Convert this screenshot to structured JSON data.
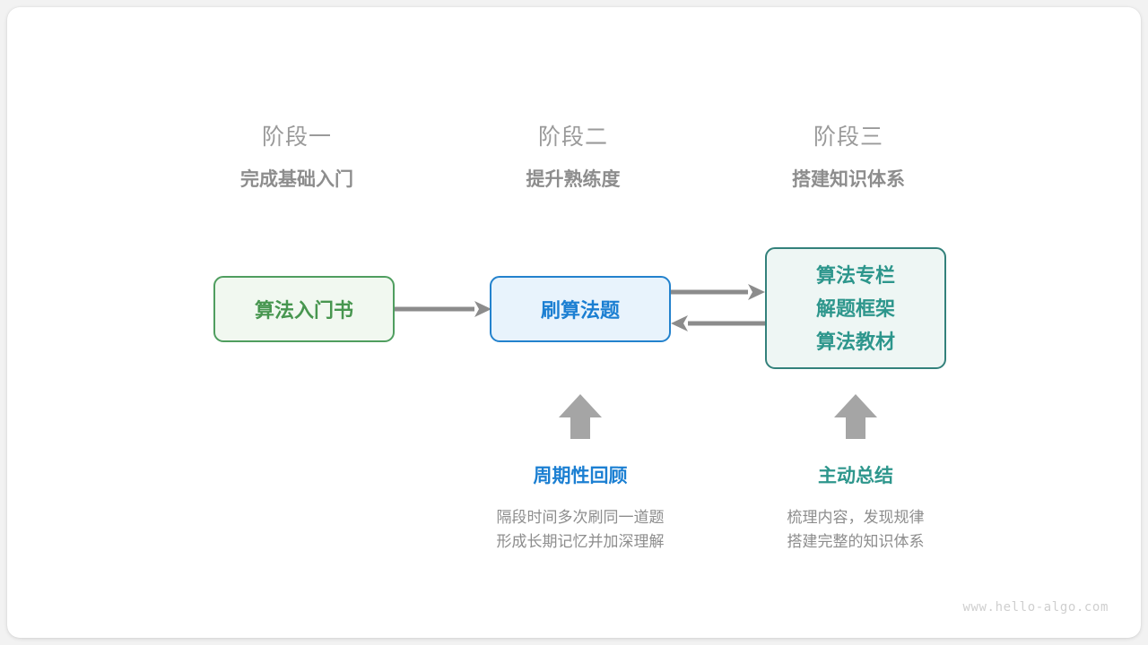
{
  "stages": [
    {
      "num": "阶段一",
      "title": "完成基础入门"
    },
    {
      "num": "阶段二",
      "title": "提升熟练度"
    },
    {
      "num": "阶段三",
      "title": "搭建知识体系"
    }
  ],
  "nodes": {
    "book": {
      "lines": [
        "算法入门书"
      ],
      "color": "#47964f",
      "border": "#4f9e5f",
      "fill": "#f1f8f0"
    },
    "practice": {
      "lines": [
        "刷算法题"
      ],
      "color": "#1b7fd2",
      "border": "#2382cd",
      "fill": "#e8f3fc"
    },
    "resources": {
      "lines": [
        "算法专栏",
        "解题框架",
        "算法教材"
      ],
      "color": "#2d968c",
      "border": "#33817b",
      "fill": "#eef6f4"
    }
  },
  "annotations": [
    {
      "title": "周期性回顾",
      "color": "#1b7fd2",
      "desc": [
        "隔段时间多次刷同一道题",
        "形成长期记忆并加深理解"
      ]
    },
    {
      "title": "主动总结",
      "color": "#2d968c",
      "desc": [
        "梳理内容，发现规律",
        "搭建完整的知识体系"
      ]
    }
  ],
  "connectors": {
    "book_to_practice": "arrow-right",
    "practice_to_resources": "arrow-right",
    "resources_to_practice": "arrow-left",
    "review_up": "arrow-up",
    "summary_up": "arrow-up",
    "color": "#8c8c8c"
  },
  "watermark": "www.hello-algo.com"
}
